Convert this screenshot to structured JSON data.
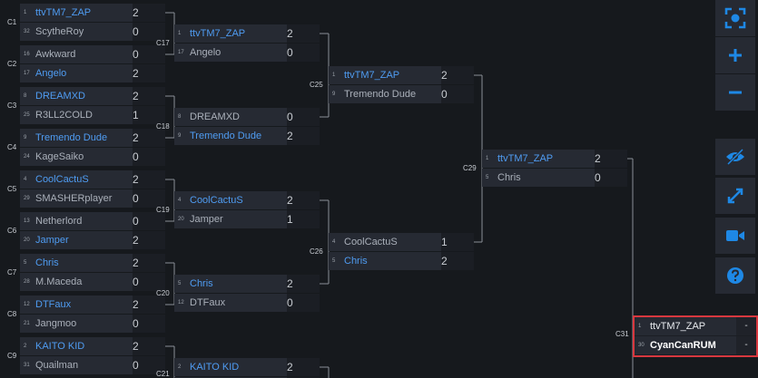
{
  "colors": {
    "background": "#16191d",
    "card": "#262a33",
    "winner": "#4f9cf2",
    "accent": "#1e88e5",
    "highlight": "#d8383f"
  },
  "matches": [
    {
      "id": "C1",
      "p1": {
        "seed": "1",
        "name": "ttvTM7_ZAP",
        "score": "2",
        "win": true
      },
      "p2": {
        "seed": "32",
        "name": "ScytheRoy",
        "score": "0",
        "win": false
      }
    },
    {
      "id": "C2",
      "p1": {
        "seed": "16",
        "name": "Awkward",
        "score": "0",
        "win": false
      },
      "p2": {
        "seed": "17",
        "name": "Angelo",
        "score": "2",
        "win": true
      }
    },
    {
      "id": "C3",
      "p1": {
        "seed": "8",
        "name": "DREAMXD",
        "score": "2",
        "win": true
      },
      "p2": {
        "seed": "25",
        "name": "R3LL2COLD",
        "score": "1",
        "win": false
      }
    },
    {
      "id": "C4",
      "p1": {
        "seed": "9",
        "name": "Tremendo Dude",
        "score": "2",
        "win": true
      },
      "p2": {
        "seed": "24",
        "name": "KageSaiko",
        "score": "0",
        "win": false
      }
    },
    {
      "id": "C5",
      "p1": {
        "seed": "4",
        "name": "CoolCactuS",
        "score": "2",
        "win": true
      },
      "p2": {
        "seed": "29",
        "name": "SMASHERplayer",
        "score": "0",
        "win": false
      }
    },
    {
      "id": "C6",
      "p1": {
        "seed": "13",
        "name": "Netherlord",
        "score": "0",
        "win": false
      },
      "p2": {
        "seed": "20",
        "name": "Jamper",
        "score": "2",
        "win": true
      }
    },
    {
      "id": "C7",
      "p1": {
        "seed": "5",
        "name": "Chris",
        "score": "2",
        "win": true
      },
      "p2": {
        "seed": "28",
        "name": "M.Maceda",
        "score": "0",
        "win": false
      }
    },
    {
      "id": "C8",
      "p1": {
        "seed": "12",
        "name": "DTFaux",
        "score": "2",
        "win": true
      },
      "p2": {
        "seed": "21",
        "name": "Jangmoo",
        "score": "0",
        "win": false
      }
    },
    {
      "id": "C9",
      "p1": {
        "seed": "2",
        "name": "KAITO KID",
        "score": "2",
        "win": true
      },
      "p2": {
        "seed": "31",
        "name": "Quailman",
        "score": "0",
        "win": false
      }
    },
    {
      "id": "C17",
      "p1": {
        "seed": "1",
        "name": "ttvTM7_ZAP",
        "score": "2",
        "win": true
      },
      "p2": {
        "seed": "17",
        "name": "Angelo",
        "score": "0",
        "win": false
      }
    },
    {
      "id": "C18",
      "p1": {
        "seed": "8",
        "name": "DREAMXD",
        "score": "0",
        "win": false
      },
      "p2": {
        "seed": "9",
        "name": "Tremendo Dude",
        "score": "2",
        "win": true
      }
    },
    {
      "id": "C19",
      "p1": {
        "seed": "4",
        "name": "CoolCactuS",
        "score": "2",
        "win": true
      },
      "p2": {
        "seed": "20",
        "name": "Jamper",
        "score": "1",
        "win": false
      }
    },
    {
      "id": "C20",
      "p1": {
        "seed": "5",
        "name": "Chris",
        "score": "2",
        "win": true
      },
      "p2": {
        "seed": "12",
        "name": "DTFaux",
        "score": "0",
        "win": false
      }
    },
    {
      "id": "C21",
      "p1": {
        "seed": "2",
        "name": "KAITO KID",
        "score": "2",
        "win": true
      },
      "p2": {
        "seed": "",
        "name": "",
        "score": "",
        "win": false
      }
    },
    {
      "id": "C25",
      "p1": {
        "seed": "1",
        "name": "ttvTM7_ZAP",
        "score": "2",
        "win": true
      },
      "p2": {
        "seed": "9",
        "name": "Tremendo Dude",
        "score": "0",
        "win": false
      }
    },
    {
      "id": "C26",
      "p1": {
        "seed": "4",
        "name": "CoolCactuS",
        "score": "1",
        "win": false
      },
      "p2": {
        "seed": "5",
        "name": "Chris",
        "score": "2",
        "win": true
      }
    },
    {
      "id": "C29",
      "p1": {
        "seed": "1",
        "name": "ttvTM7_ZAP",
        "score": "2",
        "win": true
      },
      "p2": {
        "seed": "5",
        "name": "Chris",
        "score": "0",
        "win": false
      }
    }
  ],
  "final": {
    "id": "C31",
    "p1": {
      "seed": "1",
      "name": "ttvTM7_ZAP",
      "score": "-"
    },
    "p2": {
      "seed": "30",
      "name": "CyanCanRUM",
      "score": "-"
    }
  },
  "toolbar": [
    {
      "icon": "screenshot-icon"
    },
    {
      "icon": "zoom-in-icon"
    },
    {
      "icon": "zoom-out-icon"
    },
    {
      "icon": "hide-eye-icon"
    },
    {
      "icon": "expand-icon"
    },
    {
      "icon": "camera-icon"
    },
    {
      "icon": "help-icon"
    }
  ]
}
